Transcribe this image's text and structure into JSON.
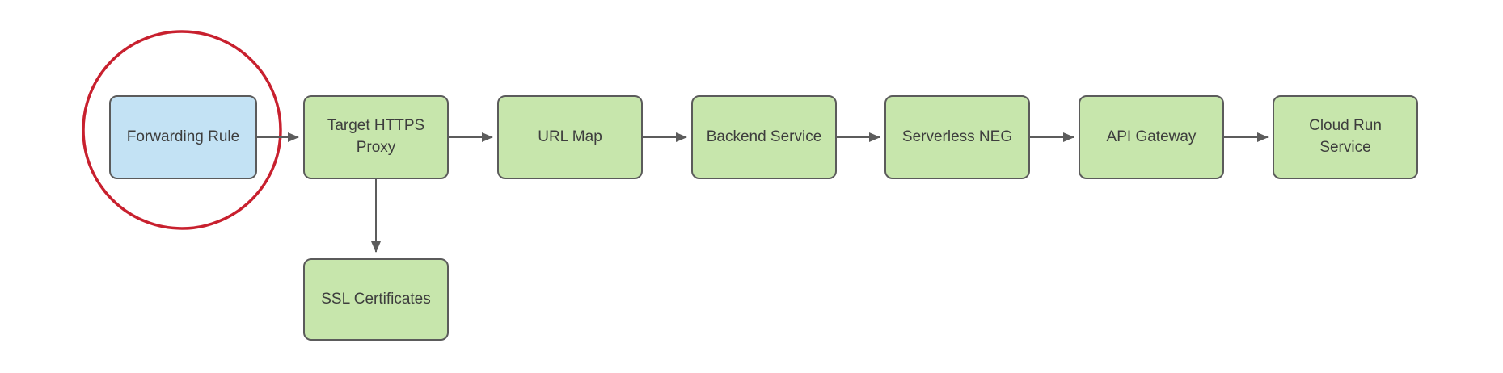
{
  "colors": {
    "node_green_fill": "#c7e6ac",
    "node_blue_fill": "#c3e2f4",
    "node_border": "#5b5b5b",
    "arrow": "#5c5c5c",
    "highlight_circle": "#c8202e",
    "text": "#3d3d3d"
  },
  "diagram": {
    "type": "flowchart",
    "nodes": [
      {
        "id": "forwarding-rule",
        "label": "Forwarding Rule",
        "variant": "blue",
        "highlighted": true
      },
      {
        "id": "target-https-proxy",
        "label": "Target HTTPS\nProxy",
        "variant": "green",
        "highlighted": false
      },
      {
        "id": "url-map",
        "label": "URL Map",
        "variant": "green",
        "highlighted": false
      },
      {
        "id": "backend-service",
        "label": "Backend Service",
        "variant": "green",
        "highlighted": false
      },
      {
        "id": "serverless-neg",
        "label": "Serverless NEG",
        "variant": "green",
        "highlighted": false
      },
      {
        "id": "api-gateway",
        "label": "API Gateway",
        "variant": "green",
        "highlighted": false
      },
      {
        "id": "cloud-run-service",
        "label": "Cloud Run\nService",
        "variant": "green",
        "highlighted": false
      },
      {
        "id": "ssl-certificates",
        "label": "SSL Certificates",
        "variant": "green",
        "highlighted": false
      }
    ],
    "edges": [
      {
        "from": "forwarding-rule",
        "to": "target-https-proxy",
        "direction": "right"
      },
      {
        "from": "target-https-proxy",
        "to": "url-map",
        "direction": "right"
      },
      {
        "from": "url-map",
        "to": "backend-service",
        "direction": "right"
      },
      {
        "from": "backend-service",
        "to": "serverless-neg",
        "direction": "right"
      },
      {
        "from": "serverless-neg",
        "to": "api-gateway",
        "direction": "right"
      },
      {
        "from": "api-gateway",
        "to": "cloud-run-service",
        "direction": "right"
      },
      {
        "from": "target-https-proxy",
        "to": "ssl-certificates",
        "direction": "down"
      }
    ],
    "annotations": [
      {
        "type": "ellipse",
        "target": "forwarding-rule",
        "color": "#c8202e"
      }
    ]
  }
}
